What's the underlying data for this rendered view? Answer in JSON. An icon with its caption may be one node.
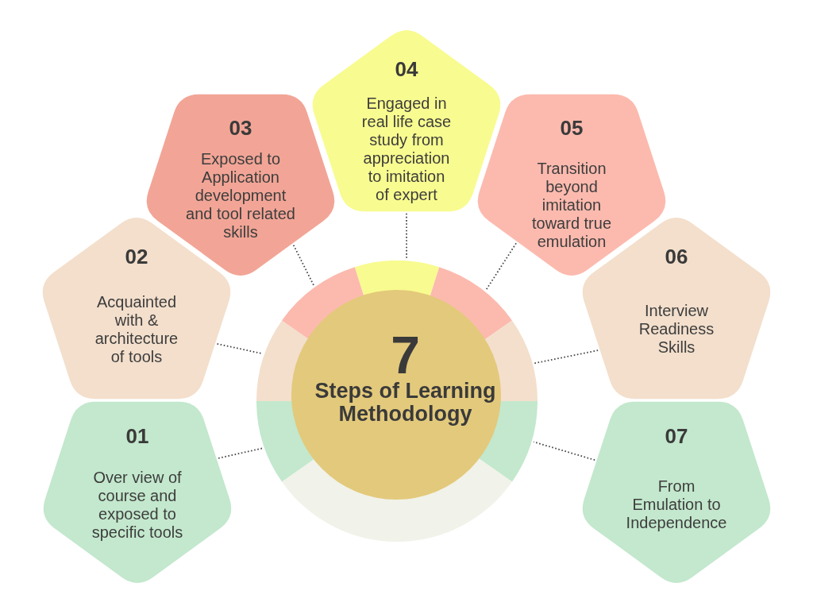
{
  "diagram": {
    "nodes": [
      {
        "text": [
          "7",
          "Steps of Learning Methodology"
        ]
      },
      {
        "text": [
          "01",
          "Over view of course and exposed to specific tools"
        ]
      },
      {
        "text": [
          "02",
          "Acquainted with & architecture of tools"
        ]
      },
      {
        "text": [
          "03",
          "Exposed to Application development and tool related skills"
        ]
      },
      {
        "text": [
          "04",
          "Engaged in real life case study from appreciation to imitation of expert"
        ]
      },
      {
        "text": [
          "05",
          "Transition beyond imitation toward true emulation"
        ]
      },
      {
        "text": [
          "06",
          "Interview Readiness Skills"
        ]
      },
      {
        "text": [
          "07",
          "From Emulation to Independence"
        ]
      }
    ],
    "edges": [
      {
        "from": 1,
        "to": 0,
        "arrow": "none",
        "style": "dashed"
      },
      {
        "from": 2,
        "to": 0,
        "arrow": "none",
        "style": "dashed"
      },
      {
        "from": 3,
        "to": 0,
        "arrow": "none",
        "style": "dashed"
      },
      {
        "from": 4,
        "to": 0,
        "arrow": "none",
        "style": "dashed"
      },
      {
        "from": 5,
        "to": 0,
        "arrow": "none",
        "style": "dashed"
      },
      {
        "from": 6,
        "to": 0,
        "arrow": "none",
        "style": "dashed"
      },
      {
        "from": 7,
        "to": 0,
        "arrow": "none",
        "style": "dashed"
      }
    ]
  }
}
